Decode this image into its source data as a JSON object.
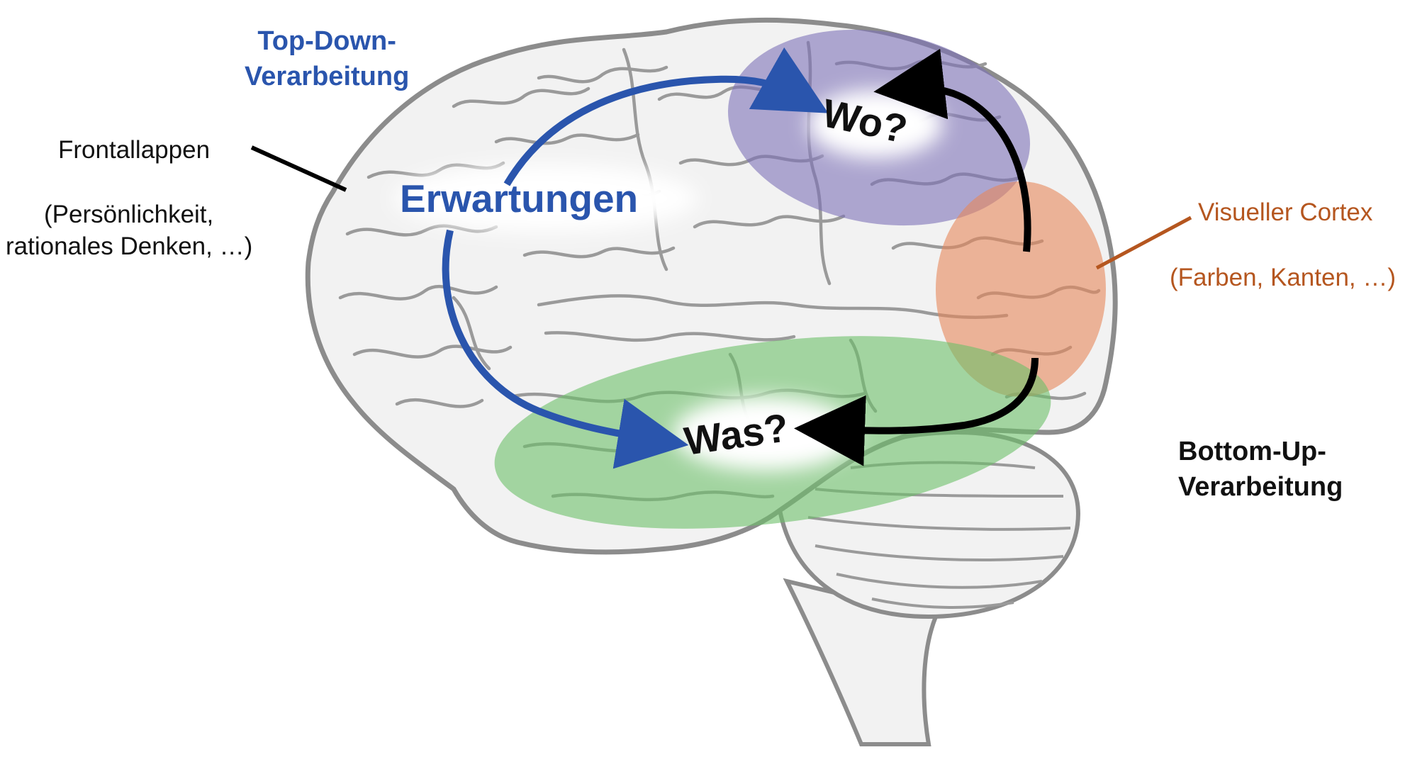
{
  "labels": {
    "top_down_line1": "Top-Down-",
    "top_down_line2": "Verarbeitung",
    "frontallappen": "Frontallappen",
    "frontal_desc_line1": "(Persönlichkeit,",
    "frontal_desc_line2": "rationales Denken, …)",
    "erwartungen": "Erwartungen",
    "wo": "Wo?",
    "was": "Was?",
    "visueller_cortex": "Visueller Cortex",
    "visual_desc": "(Farben, Kanten, …)",
    "bottom_up_line1": "Bottom-Up-",
    "bottom_up_line2": "Verarbeitung"
  },
  "colors": {
    "top_down_blue": "#2a55ad",
    "wo_region": "#7d72b8",
    "was_region": "#6cc069",
    "visual_region": "#e6875a",
    "visual_label": "#b5561f",
    "brain_outline": "#8c8c8c",
    "text": "#111111"
  },
  "regions": [
    "wo-region",
    "was-region",
    "visual-cortex-region"
  ]
}
